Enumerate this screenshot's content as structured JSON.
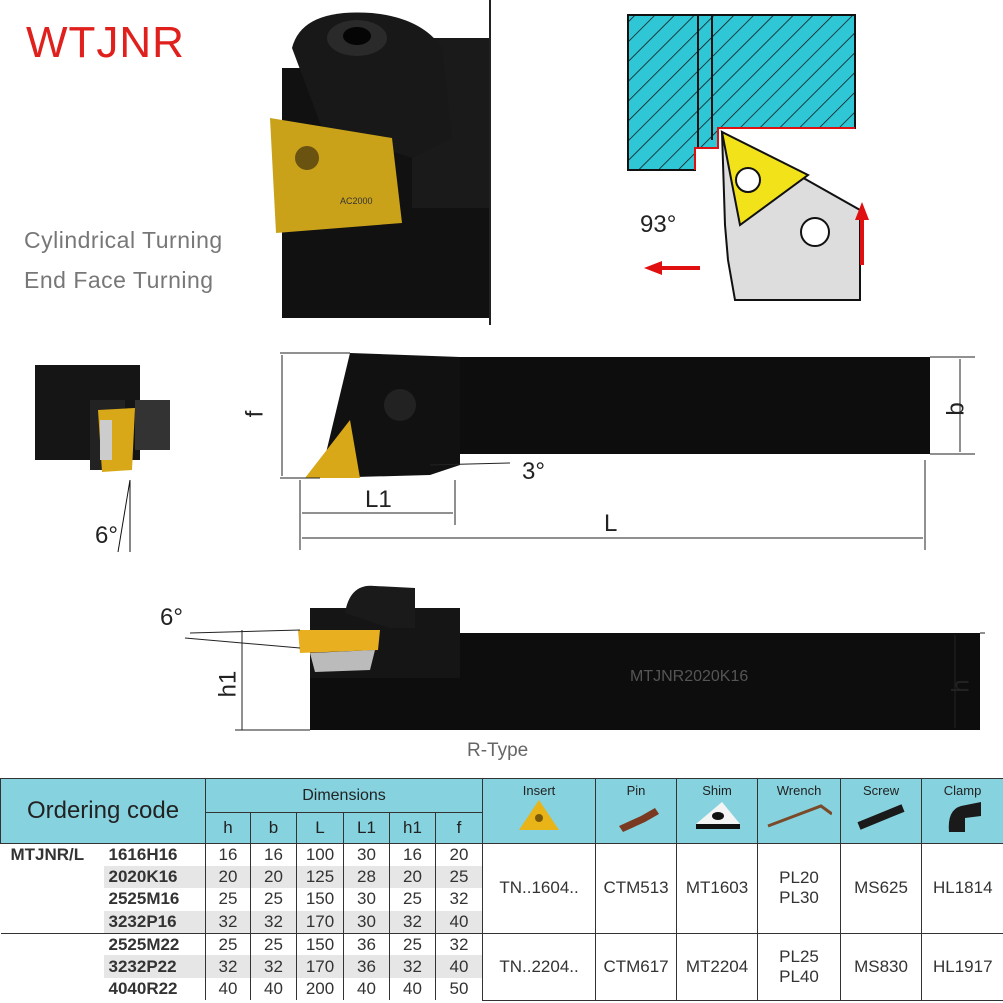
{
  "title": "WTJNR",
  "features": [
    "Cylindrical Turning",
    "End  Face Turning"
  ],
  "photo": {
    "insert_marking": "AC2000"
  },
  "diagram": {
    "angle": "93°"
  },
  "drawing": {
    "labels": {
      "f": "f",
      "b": "b",
      "L1": "L1",
      "L": "L",
      "angle3": "3°",
      "angle6a": "6°",
      "angle6b": "6°",
      "h1": "h1",
      "h": "h"
    },
    "tool_marking": "MTJNR2020K16",
    "type_label": "R-Type"
  },
  "table": {
    "ordering_code": "Ordering code",
    "dimensions": "Dimensions",
    "dim_headers": [
      "h",
      "b",
      "L",
      "L1",
      "h1",
      "f"
    ],
    "acc_headers": [
      "Insert",
      "Pin",
      "Shim",
      "Wrench",
      "Screw",
      "Clamp"
    ],
    "prefix": "MTJNR/L",
    "rows": [
      {
        "code": "1616H16",
        "v": [
          "16",
          "16",
          "100",
          "30",
          "16",
          "20"
        ]
      },
      {
        "code": "2020K16",
        "v": [
          "20",
          "20",
          "125",
          "28",
          "20",
          "25"
        ]
      },
      {
        "code": "2525M16",
        "v": [
          "25",
          "25",
          "150",
          "30",
          "25",
          "32"
        ]
      },
      {
        "code": "3232P16",
        "v": [
          "32",
          "32",
          "170",
          "30",
          "32",
          "40"
        ]
      },
      {
        "code": "2525M22",
        "v": [
          "25",
          "25",
          "150",
          "36",
          "25",
          "32"
        ]
      },
      {
        "code": "3232P22",
        "v": [
          "32",
          "32",
          "170",
          "36",
          "32",
          "40"
        ]
      },
      {
        "code": "4040R22",
        "v": [
          "40",
          "40",
          "200",
          "40",
          "40",
          "50"
        ]
      }
    ],
    "groups": [
      {
        "insert": "TN..1604..",
        "pin": "CTM513",
        "shim": "MT1603",
        "wrench1": "PL20",
        "wrench2": "PL30",
        "screw": "MS625",
        "clamp": "HL1814"
      },
      {
        "insert": "TN..2204..",
        "pin": "CTM617",
        "shim": "MT2204",
        "wrench1": "PL25",
        "wrench2": "PL40",
        "screw": "MS830",
        "clamp": "HL1917"
      }
    ]
  }
}
